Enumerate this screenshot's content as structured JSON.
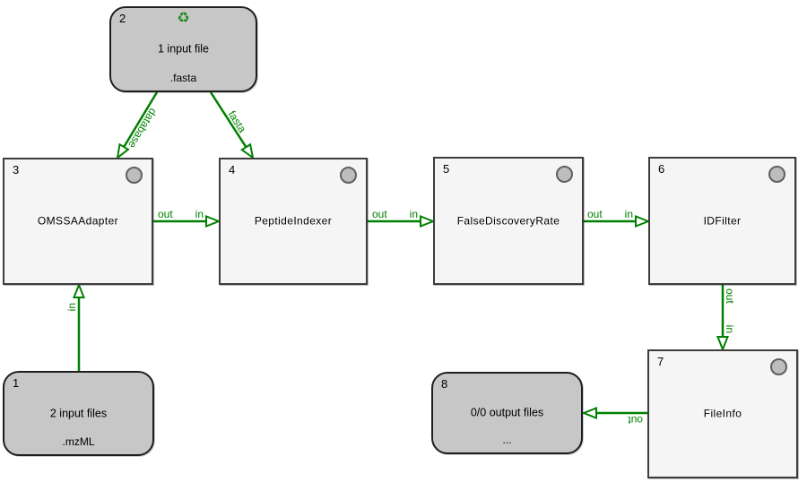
{
  "diagram": {
    "colors": {
      "edge_green": "#008000",
      "tool_fill": "#f5f5f5",
      "io_fill": "#c7c7c7",
      "led_fill": "#bdbdbd"
    },
    "nodes": [
      {
        "number": "1",
        "type": "input",
        "label": "2 input files",
        "suffix": ".mzML"
      },
      {
        "number": "2",
        "type": "input",
        "label": "1 input file",
        "suffix": ".fasta",
        "recycle_icon": "♻"
      },
      {
        "number": "3",
        "type": "tool",
        "label": "OMSSAAdapter"
      },
      {
        "number": "4",
        "type": "tool",
        "label": "PeptideIndexer"
      },
      {
        "number": "5",
        "type": "tool",
        "label": "FalseDiscoveryRate"
      },
      {
        "number": "6",
        "type": "tool",
        "label": "IDFilter"
      },
      {
        "number": "7",
        "type": "tool",
        "label": "FileInfo"
      },
      {
        "number": "8",
        "type": "output",
        "label": "0/0 output files",
        "suffix": "..."
      }
    ],
    "edges": [
      {
        "from": "2",
        "to": "3",
        "label": "database"
      },
      {
        "from": "2",
        "to": "4",
        "label": "fasta"
      },
      {
        "from": "3",
        "to": "4",
        "out": "out",
        "in": "in"
      },
      {
        "from": "4",
        "to": "5",
        "out": "out",
        "in": "in"
      },
      {
        "from": "5",
        "to": "6",
        "out": "out",
        "in": "in"
      },
      {
        "from": "6",
        "to": "7",
        "out": "out",
        "in": "in"
      },
      {
        "from": "7",
        "to": "8",
        "out": "out"
      },
      {
        "from": "1",
        "to": "3",
        "in": "in"
      }
    ]
  }
}
